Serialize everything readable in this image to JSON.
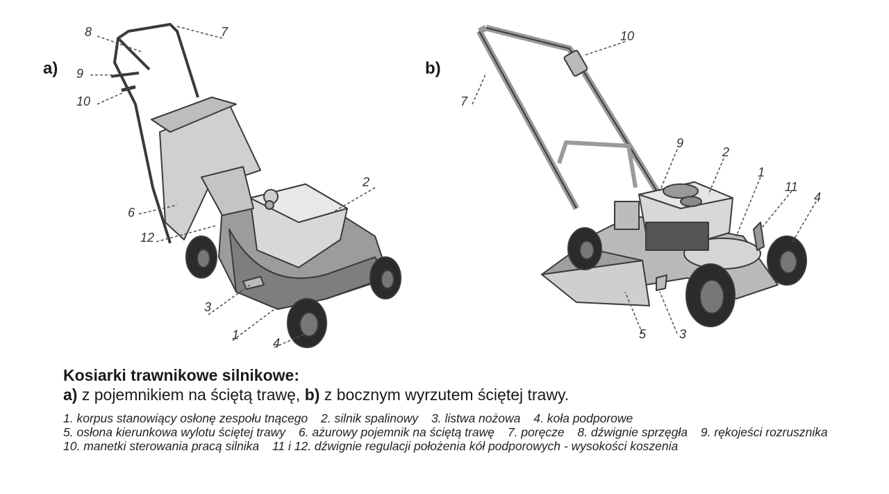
{
  "panels": {
    "a": {
      "label": "a)"
    },
    "b": {
      "label": "b)"
    }
  },
  "callouts_a": [
    "8",
    "7",
    "9",
    "10",
    "2",
    "6",
    "12",
    "3",
    "1",
    "4"
  ],
  "callouts_b": [
    "10",
    "7",
    "9",
    "2",
    "1",
    "11",
    "4",
    "5",
    "3"
  ],
  "caption": {
    "heading": "Kosiarki trawnikowe silnikowe:",
    "line_a_label": "a)",
    "line_a_text": " z pojemnikiem na ściętą trawę, ",
    "line_b_label": "b)",
    "line_b_text": " z bocznym wyrzutem ściętej trawy."
  },
  "legend": [
    "1. korpus stanowiący osłonę zespołu tnącego",
    "2. silnik spalinowy",
    "3. listwa nożowa",
    "4. koła podporowe",
    "5. osłona kierunkowa wylotu ściętej trawy",
    "6. ażurowy pojemnik na ściętą trawę",
    "7. poręcze",
    "8. dźwignie sprzęgła",
    "9. rękojeści rozrusznika",
    "10. manetki sterowania pracą silnika",
    "11 i 12. dźwignie regulacji położenia kół podporowych - wysokości koszenia"
  ],
  "colors": {
    "body": "#b9b9b9",
    "body_dark": "#8e8e8e",
    "engine": "#d6d6d6",
    "tire": "#2b2b2b",
    "outline": "#3a3a3a"
  }
}
